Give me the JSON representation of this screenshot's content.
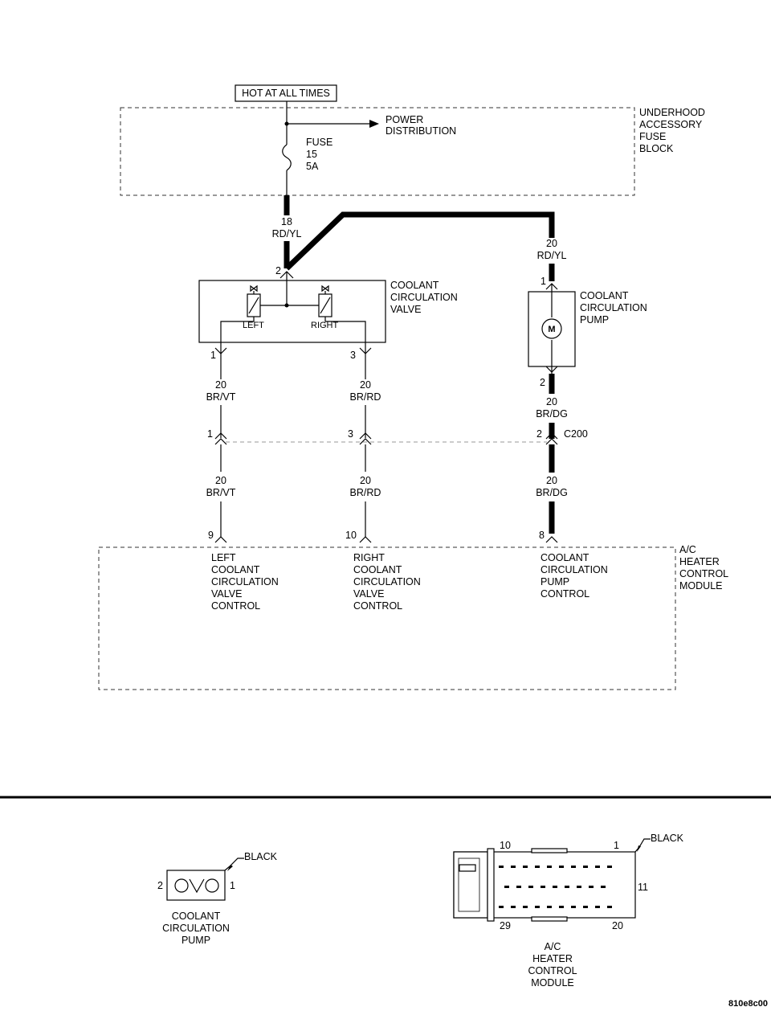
{
  "header": {
    "hot_label": "HOT AT ALL TIMES"
  },
  "fuse_block": {
    "name_lines": [
      "UNDERHOOD",
      "ACCESSORY",
      "FUSE",
      "BLOCK"
    ],
    "power_distribution_lines": [
      "POWER",
      "DISTRIBUTION"
    ],
    "fuse_lines": [
      "FUSE",
      "15",
      "5A"
    ]
  },
  "wires": {
    "feed": {
      "gauge": "18",
      "color": "RD/YL"
    },
    "pump_feed": {
      "gauge": "20",
      "color": "RD/YL"
    },
    "left_upper": {
      "gauge": "20",
      "color": "BR/VT"
    },
    "right_upper": {
      "gauge": "20",
      "color": "BR/RD"
    },
    "pump_upper": {
      "gauge": "20",
      "color": "BR/DG"
    },
    "left_lower": {
      "gauge": "20",
      "color": "BR/VT"
    },
    "right_lower": {
      "gauge": "20",
      "color": "BR/RD"
    },
    "pump_lower": {
      "gauge": "20",
      "color": "BR/DG"
    }
  },
  "valve": {
    "name_lines": [
      "COOLANT",
      "CIRCULATION",
      "VALVE"
    ],
    "left_label": "LEFT",
    "right_label": "RIGHT",
    "pin_feed": "2",
    "pin_left": "1",
    "pin_right": "3"
  },
  "pump": {
    "name_lines": [
      "COOLANT",
      "CIRCULATION",
      "PUMP"
    ],
    "motor_label": "M",
    "pin_top": "1",
    "pin_bottom": "2"
  },
  "connector_c200": {
    "name": "C200",
    "pin_left": "1",
    "pin_mid": "3",
    "pin_right": "2"
  },
  "module": {
    "name_lines": [
      "A/C",
      "HEATER",
      "CONTROL",
      "MODULE"
    ],
    "pin_left": "9",
    "pin_mid": "10",
    "pin_right": "8",
    "left_label_lines": [
      "LEFT",
      "COOLANT",
      "CIRCULATION",
      "VALVE",
      "CONTROL"
    ],
    "mid_label_lines": [
      "RIGHT",
      "COOLANT",
      "CIRCULATION",
      "VALVE",
      "CONTROL"
    ],
    "right_label_lines": [
      "COOLANT",
      "CIRCULATION",
      "PUMP",
      "CONTROL"
    ]
  },
  "connector_views": {
    "pump": {
      "color": "BLACK",
      "pin_left": "2",
      "pin_right": "1",
      "name_lines": [
        "COOLANT",
        "CIRCULATION",
        "PUMP"
      ]
    },
    "module": {
      "color": "BLACK",
      "pin_top_left": "10",
      "pin_top_right": "1",
      "pin_mid_right": "11",
      "pin_bottom_left": "29",
      "pin_bottom_right": "20",
      "name_lines": [
        "A/C",
        "HEATER",
        "CONTROL",
        "MODULE"
      ]
    }
  },
  "figure_id": "810e8c00"
}
